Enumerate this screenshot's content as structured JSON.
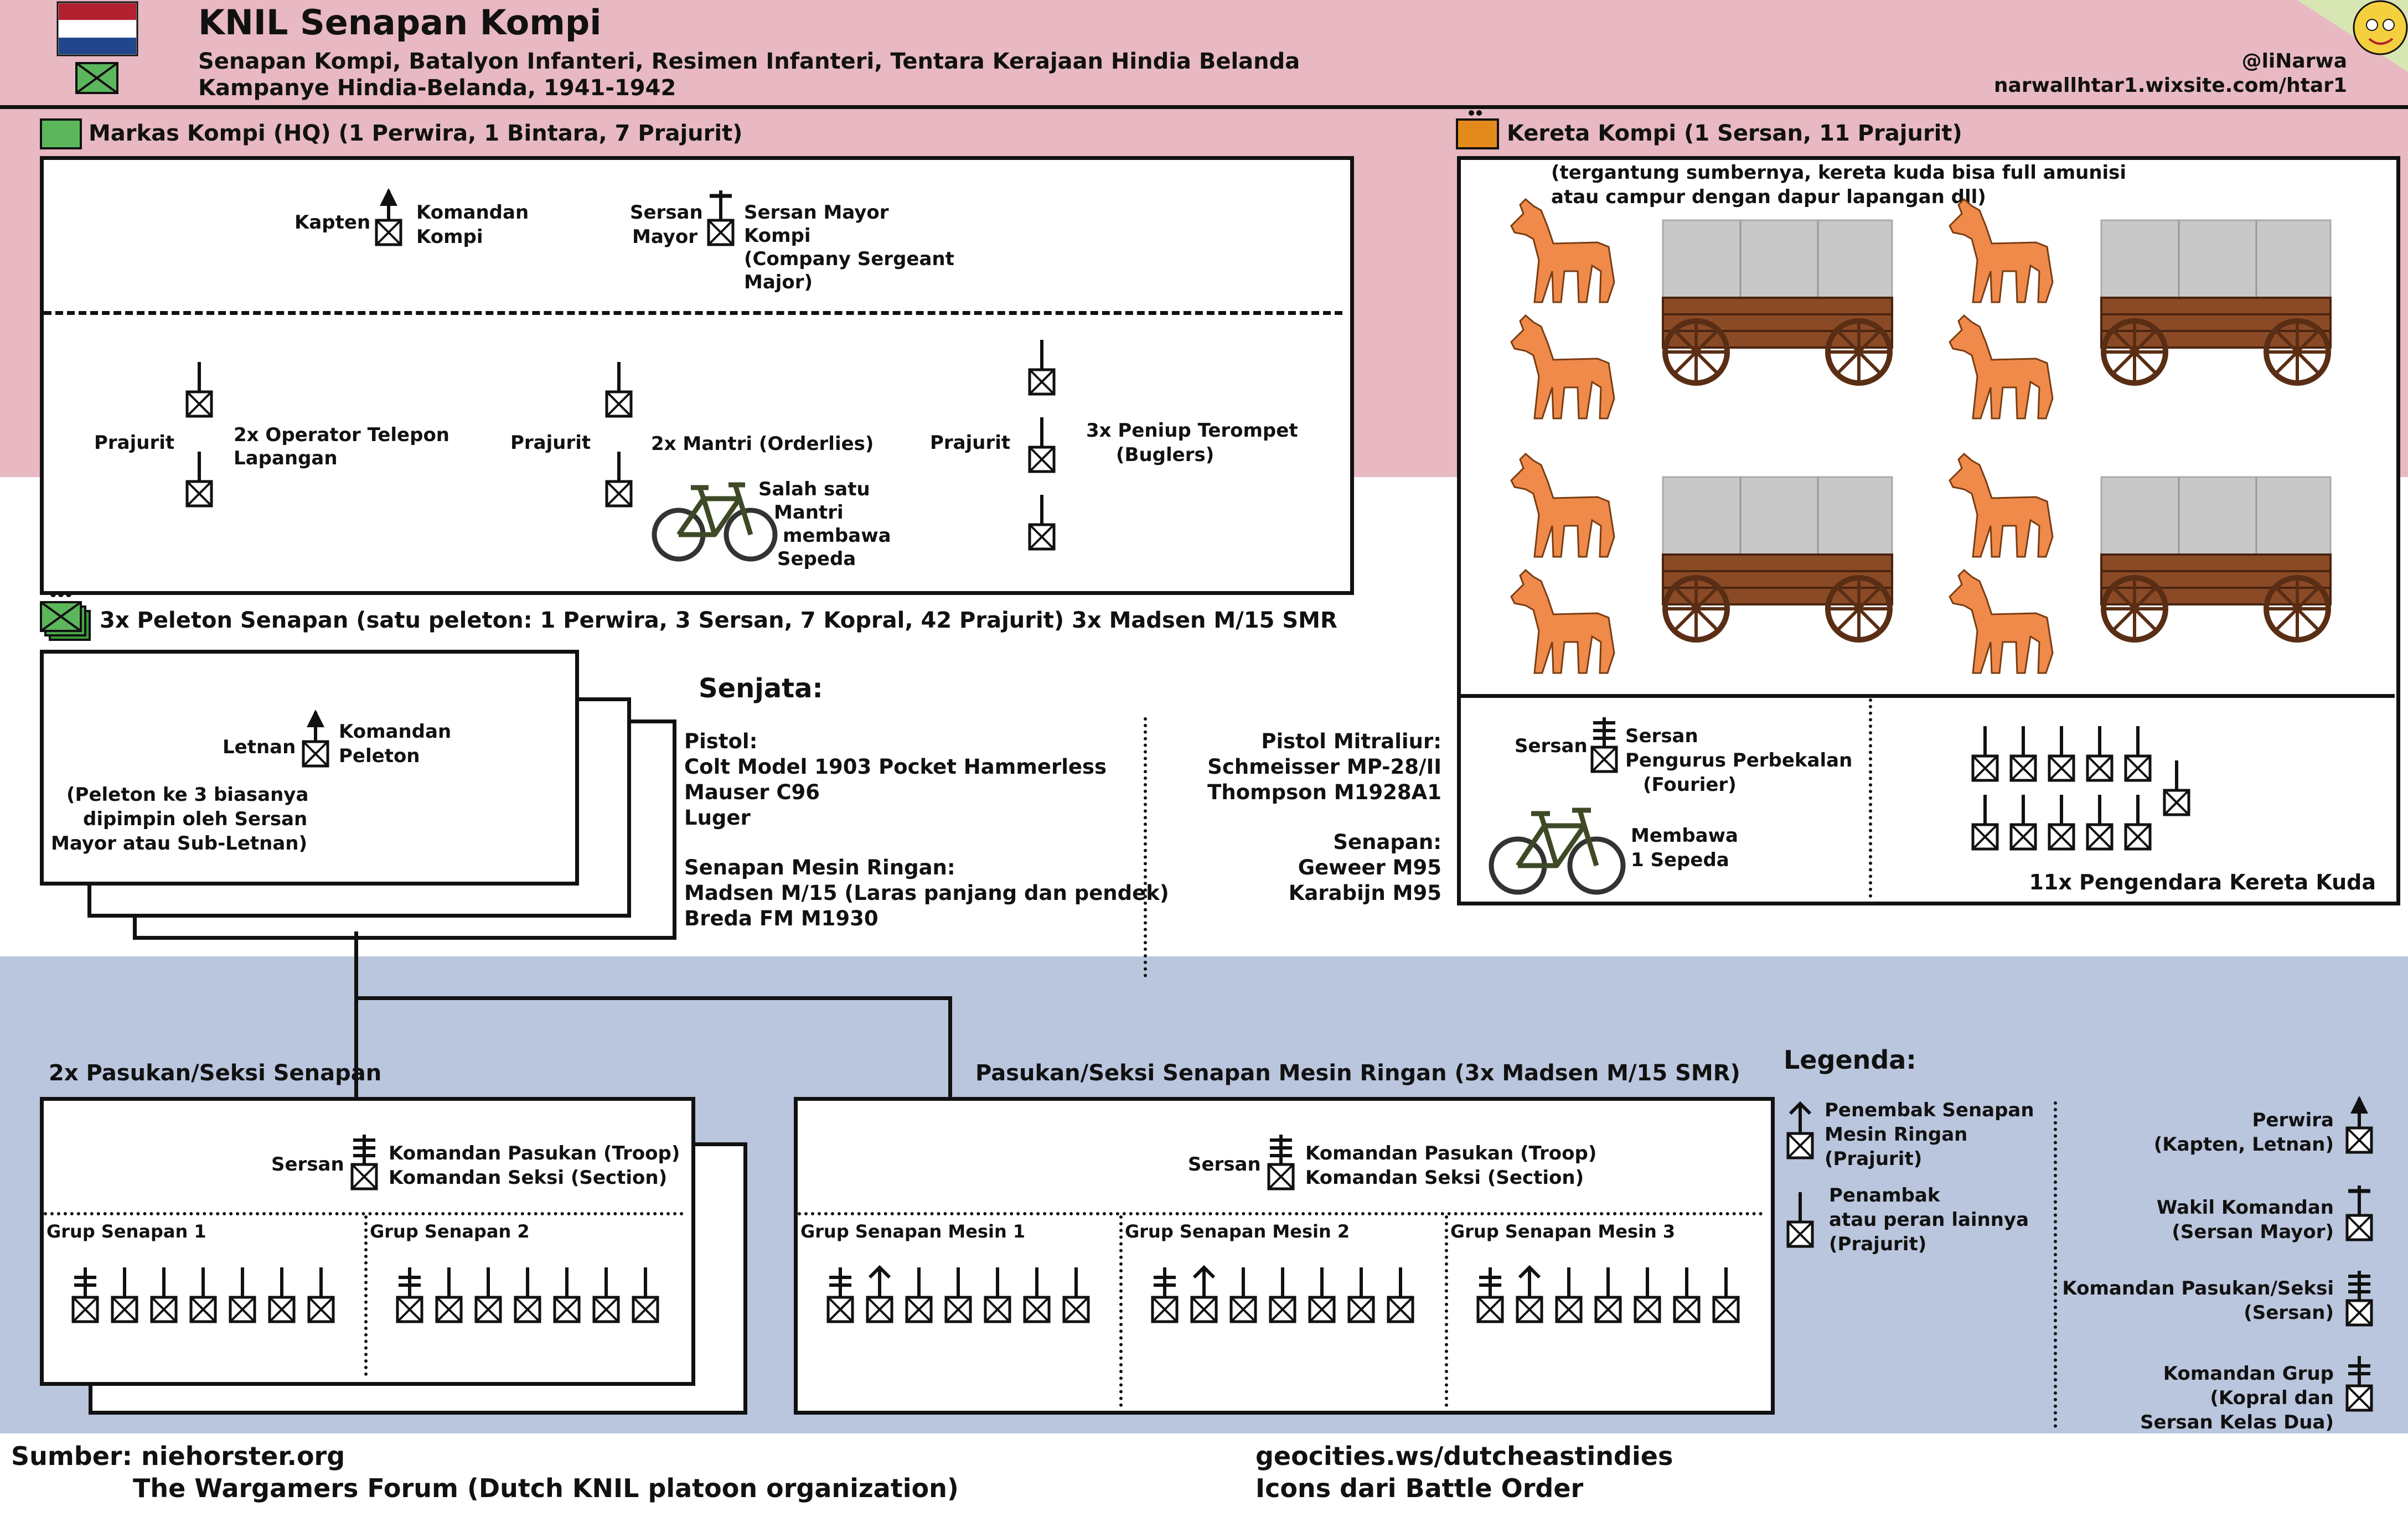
{
  "header": {
    "title": "KNIL Senapan Kompi",
    "subtitle1": "Senapan Kompi, Batalyon Infanteri, Resimen Infanteri, Tentara Kerajaan Hindia Belanda",
    "subtitle2": "Kampanye Hindia-Belanda, 1941-1942",
    "author": "@liNarwa",
    "website": "narwallhtar1.wixsite.com/htar1"
  },
  "hq": {
    "heading": "Markas Kompi (HQ) (1 Perwira, 1 Bintara, 7 Prajurit)",
    "kapten_rank": "Kapten",
    "kapten_role": [
      "Komandan",
      "Kompi"
    ],
    "sersan_mayor_rank": [
      "Sersan",
      "Mayor"
    ],
    "sersan_mayor_role": [
      "Sersan Mayor",
      "Kompi",
      "(Company Sergeant",
      "Major)"
    ],
    "prajurit_label": "Prajurit",
    "telepon": [
      "2x Operator Telepon",
      "Lapangan"
    ],
    "mantri": "2x Mantri (Orderlies)",
    "mantri_bike": [
      "Salah satu",
      "Mantri",
      "membawa",
      "Sepeda"
    ],
    "buglers": [
      "3x Peniup Terompet",
      "(Buglers)"
    ]
  },
  "kereta": {
    "heading": "Kereta Kompi (1 Sersan, 11  Prajurit)",
    "note": [
      "(tergantung sumbernya, kereta kuda bisa full amunisi",
      "atau campur dengan dapur lapangan dll)"
    ],
    "sersan_rank": "Sersan",
    "sersan_role": [
      "Sersan",
      "Pengurus Perbekalan",
      "(Fourier)"
    ],
    "bike": [
      "Membawa",
      "1 Sepeda"
    ],
    "drivers": "11x Pengendara Kereta Kuda"
  },
  "peleton": {
    "heading": "3x Peleton Senapan (satu peleton: 1 Perwira, 3 Sersan, 7 Kopral, 42 Prajurit) 3x Madsen M/15 SMR",
    "letnan_rank": "Letnan",
    "letnan_role": [
      "Komandan",
      "Peleton"
    ],
    "note": [
      "(Peleton ke 3 biasanya",
      "dipimpin oleh Sersan",
      "Mayor atau Sub-Letnan)"
    ]
  },
  "senjata": {
    "heading": "Senjata:",
    "pistol": [
      "Pistol:",
      "Colt Model 1903 Pocket Hammerless",
      "Mauser C96",
      "Luger"
    ],
    "smr": [
      "Senapan Mesin Ringan:",
      "Madsen M/15 (Laras panjang dan pendek)",
      "Breda FM M1930"
    ],
    "mitraliur": [
      "Pistol Mitraliur:",
      "Schmeisser MP-28/II",
      "Thompson M1928A1"
    ],
    "senapan": [
      "Senapan:",
      "Geweer M95",
      "Karabijn M95"
    ]
  },
  "seksi_senapan": {
    "heading": "2x Pasukan/Seksi Senapan",
    "sersan_rank": "Sersan",
    "role": [
      "Komandan Pasukan (Troop)",
      "Komandan Seksi (Section)"
    ],
    "groups": [
      "Grup Senapan 1",
      "Grup Senapan 2"
    ]
  },
  "seksi_smr": {
    "heading": "Pasukan/Seksi Senapan Mesin Ringan (3x Madsen M/15 SMR)",
    "sersan_rank": "Sersan",
    "role": [
      "Komandan Pasukan (Troop)",
      "Komandan Seksi (Section)"
    ],
    "groups": [
      "Grup Senapan Mesin 1",
      "Grup Senapan Mesin 2",
      "Grup Senapan Mesin 3"
    ]
  },
  "legend": {
    "heading": "Legenda:",
    "mg": [
      "Penembak Senapan",
      "Mesin Ringan",
      "(Prajurit)"
    ],
    "other": [
      "Penambak",
      "atau peran lainnya",
      "(Prajurit)"
    ],
    "perwira": [
      "Perwira",
      "(Kapten, Letnan)"
    ],
    "wakil": [
      "Wakil Komandan",
      "(Sersan Mayor)"
    ],
    "komandan_seksi": [
      "Komandan Pasukan/Seksi",
      "(Sersan)"
    ],
    "komandan_grup": [
      "Komandan Grup",
      "(Kopral dan",
      "Sersan Kelas Dua)"
    ]
  },
  "sources": {
    "label": "Sumber: niehorster.org",
    "line2": "The Wargamers Forum (Dutch KNIL platoon organization)",
    "right1": "geocities.ws/dutcheastindies",
    "right2": "Icons dari Battle Order"
  },
  "colors": {
    "red_band": "#e8b9c3",
    "blue_band": "#bac6dd",
    "hq_icon": "#5cb65c",
    "kereta_icon": "#e48a1c",
    "horse": "#ef8a4b",
    "wagon": "#8b4a26",
    "canvas": "#c8c8c8"
  }
}
